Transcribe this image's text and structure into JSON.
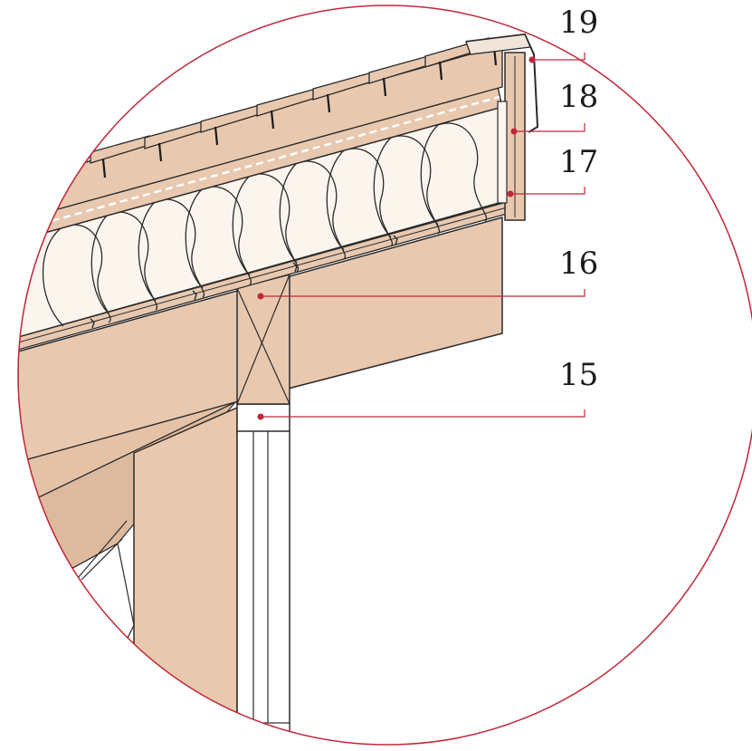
{
  "colors": {
    "wood": "#e8c9b0",
    "wood_dark": "#d7b398",
    "insulation": "#fbf5ee",
    "outline": "#2a2a2a",
    "accent": "#c0273a",
    "frame_circle": "#c0273a",
    "background": "#ffffff"
  },
  "callouts": [
    {
      "id": "19",
      "label": "19"
    },
    {
      "id": "18",
      "label": "18"
    },
    {
      "id": "17",
      "label": "17"
    },
    {
      "id": "16",
      "label": "16"
    },
    {
      "id": "15",
      "label": "15"
    }
  ]
}
